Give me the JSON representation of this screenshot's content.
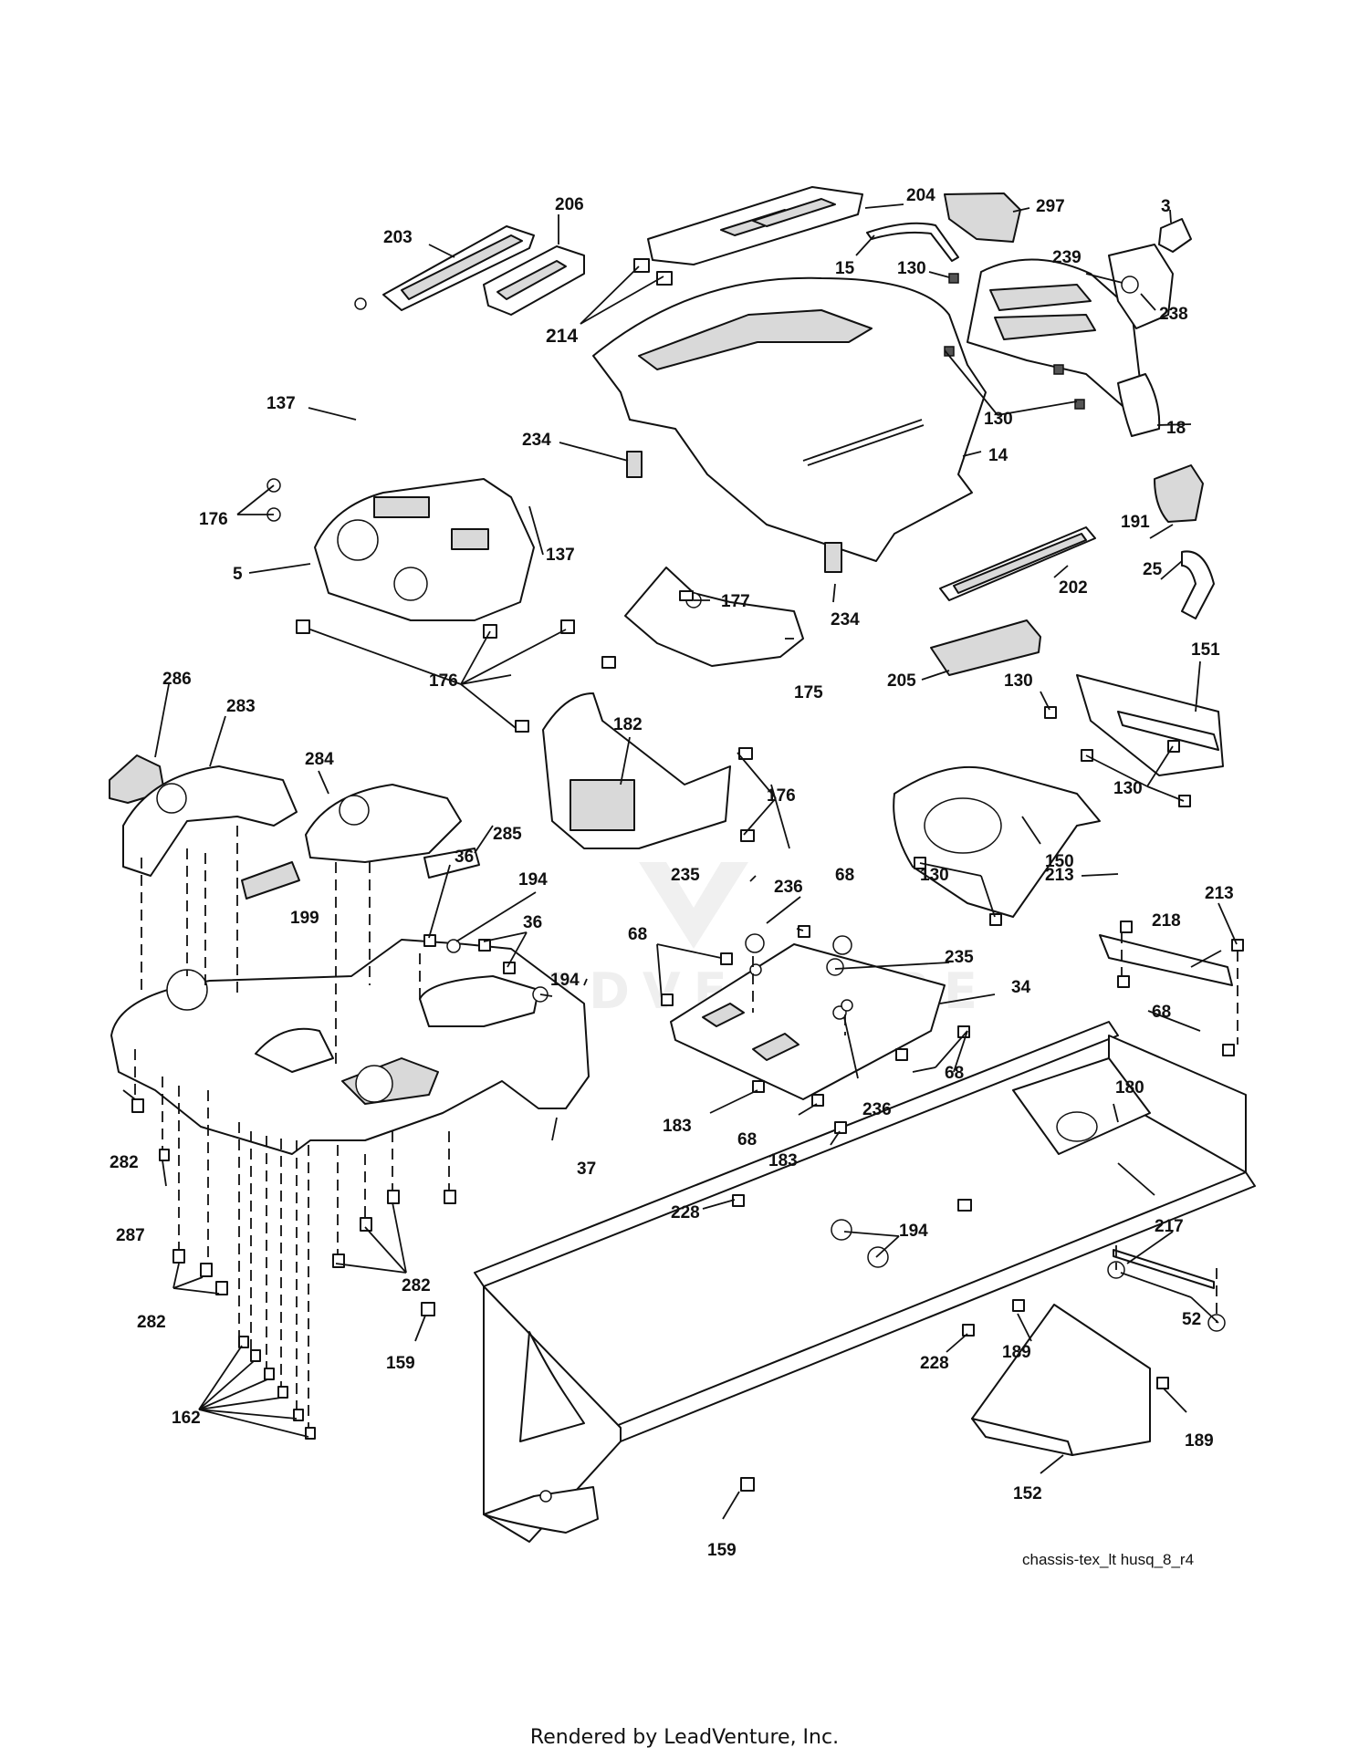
{
  "diagram": {
    "drawing_code": "chassis-tex_lt husq_8_r4",
    "watermark_text": "LEADVENTURE"
  },
  "footer": {
    "text": "Rendered by LeadVenture, Inc."
  },
  "callouts": {
    "c203": "203",
    "c206": "206",
    "c204": "204",
    "c297": "297",
    "c3": "3",
    "c15": "15",
    "c130a": "130",
    "c239": "239",
    "c238": "238",
    "c214": "214",
    "c137a": "137",
    "c130b": "130",
    "c18": "18",
    "c234a": "234",
    "c14": "14",
    "c176a": "176",
    "c137b": "137",
    "c191": "191",
    "c5": "5",
    "c177": "177",
    "c234b": "234",
    "c202": "202",
    "c25": "25",
    "c175": "175",
    "c205": "205",
    "c151": "151",
    "c176b": "176",
    "c286": "286",
    "c283": "283",
    "c130c": "130",
    "c182": "182",
    "c284": "284",
    "c130d": "130",
    "c176c": "176",
    "c285": "285",
    "c150": "150",
    "c130e": "130",
    "c236a": "236",
    "c36a": "36",
    "c194a": "194",
    "c235a": "235",
    "c68a": "68",
    "c213a": "213",
    "c213b": "213",
    "c199": "199",
    "c36b": "36",
    "c218": "218",
    "c68b": "68",
    "c235b": "235",
    "c194b": "194",
    "c34": "34",
    "c68c": "68",
    "c68d": "68",
    "c183a": "183",
    "c236b": "236",
    "c180": "180",
    "c68e": "68",
    "c183b": "183",
    "c282a": "282",
    "c37": "37",
    "c287": "287",
    "c228a": "228",
    "c194c": "194",
    "c217": "217",
    "c282b": "282",
    "c282c": "282",
    "c52": "52",
    "c189a": "189",
    "c159a": "159",
    "c228b": "228",
    "c189b": "189",
    "c162": "162",
    "c152": "152",
    "c159b": "159"
  }
}
